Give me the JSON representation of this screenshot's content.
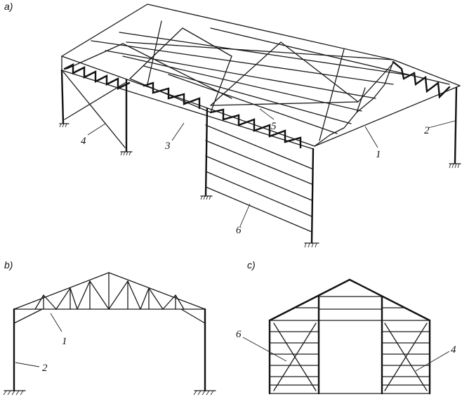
{
  "panels": {
    "a": "a)",
    "b": "b)",
    "c": "c)"
  },
  "labels_a": {
    "truss": "1",
    "column": "2",
    "chord_brace": "3",
    "vertical_brace": "4",
    "roof_brace": "5",
    "wall_rail": "6"
  },
  "labels_b": {
    "truss": "1",
    "column": "2"
  },
  "labels_c": {
    "wall_rail": "6",
    "vertical_brace": "4"
  }
}
